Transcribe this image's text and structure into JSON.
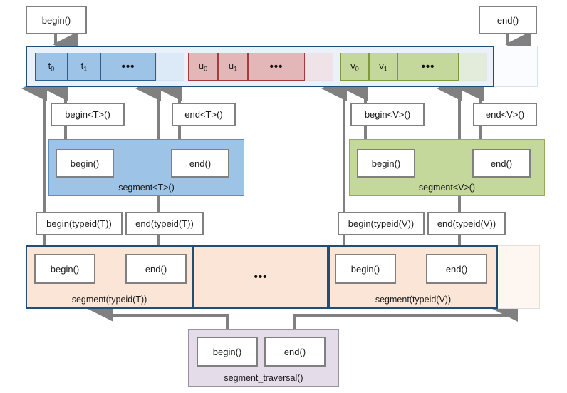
{
  "diagram": {
    "title": "segment traversal API layering",
    "colors": {
      "blue_fill": "#9DC3E6",
      "blue_border": "#1F4E79",
      "red_fill": "#E3B7B7",
      "red_border": "#A33C3C",
      "green_fill": "#C5D89B",
      "green_border": "#7E9A3C",
      "orange_fill": "#FBE5D6",
      "purple_fill": "#E4DCE9",
      "connector": "#808080",
      "box_border": "#808080"
    }
  },
  "top_callers": {
    "begin": "begin()",
    "end": "end()"
  },
  "buffer": {
    "groups": [
      {
        "name": "T-group",
        "cells": [
          {
            "label": "t",
            "sub": "0",
            "kind": "t"
          },
          {
            "label": "t",
            "sub": "1",
            "kind": "t"
          },
          {
            "label": "•••",
            "sub": "",
            "kind": "t"
          },
          {
            "label": "",
            "sub": "",
            "kind": "t-pad"
          }
        ]
      },
      {
        "name": "U-group",
        "cells": [
          {
            "label": "u",
            "sub": "0",
            "kind": "u"
          },
          {
            "label": "u",
            "sub": "1",
            "kind": "u"
          },
          {
            "label": "•••",
            "sub": "",
            "kind": "u"
          },
          {
            "label": "",
            "sub": "",
            "kind": "u-pad"
          }
        ]
      },
      {
        "name": "V-group",
        "cells": [
          {
            "label": "v",
            "sub": "0",
            "kind": "v"
          },
          {
            "label": "v",
            "sub": "1",
            "kind": "v"
          },
          {
            "label": "•••",
            "sub": "",
            "kind": "v"
          },
          {
            "label": "",
            "sub": "",
            "kind": "v-pad"
          }
        ]
      }
    ]
  },
  "template_layer": {
    "t": {
      "begin_caller": "begin<T>()",
      "end_caller": "end<T>()",
      "segment_label": "segment<T>()",
      "begin": "begin()",
      "end": "end()"
    },
    "v": {
      "begin_caller": "begin<V>()",
      "end_caller": "end<V>()",
      "segment_label": "segment<V>()",
      "begin": "begin()",
      "end": "end()"
    }
  },
  "typeid_layer": {
    "t": {
      "begin_caller": "begin(typeid(T))",
      "end_caller": "end(typeid(T))",
      "segment_label": "segment(typeid(T))",
      "begin": "begin()",
      "end": "end()"
    },
    "middle": {
      "label": "•••"
    },
    "v": {
      "begin_caller": "begin(typeid(V))",
      "end_caller": "end(typeid(V))",
      "segment_label": "segment(typeid(V))",
      "begin": "begin()",
      "end": "end()"
    }
  },
  "traversal_layer": {
    "segment_label": "segment_traversal()",
    "begin": "begin()",
    "end": "end()"
  }
}
